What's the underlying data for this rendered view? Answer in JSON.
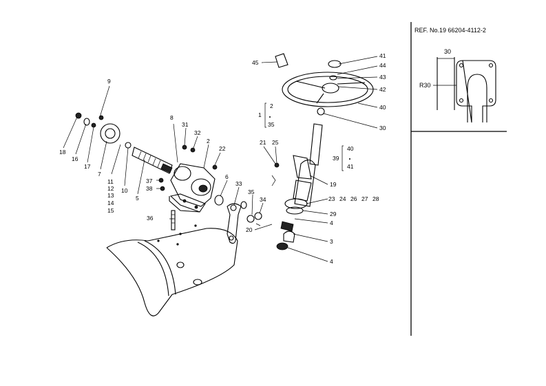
{
  "reference": {
    "title": "REF. No.19  66204-4112-2",
    "dim_width": "30",
    "dim_radius": "R30"
  },
  "callouts": {
    "c1": "1",
    "c2": "2",
    "c2b": "2",
    "c3": "3",
    "c4a": "4",
    "c4b": "4",
    "c5": "5",
    "c6": "6",
    "c7": "7",
    "c8": "8",
    "c9": "9",
    "c10": "10",
    "c11": "11",
    "c12": "12",
    "c13": "13",
    "c14": "14",
    "c15": "15",
    "c16": "16",
    "c17": "17",
    "c18": "18",
    "c19": "19",
    "c20": "20",
    "c21": "21",
    "c22": "22",
    "c23": "23",
    "c24": "24",
    "c25": "25",
    "c26": "26",
    "c27": "27",
    "c28": "28",
    "c29": "29",
    "c30": "30",
    "c31": "31",
    "c32": "32",
    "c33": "33",
    "c34": "34",
    "c35": "35",
    "c35b": "35",
    "c36": "36",
    "c37": "37",
    "c38": "38",
    "c39": "39",
    "c40": "40",
    "c40b": "40",
    "c41": "41",
    "c41b": "41",
    "c42": "42",
    "c43": "43",
    "c44": "44",
    "c45": "45"
  }
}
